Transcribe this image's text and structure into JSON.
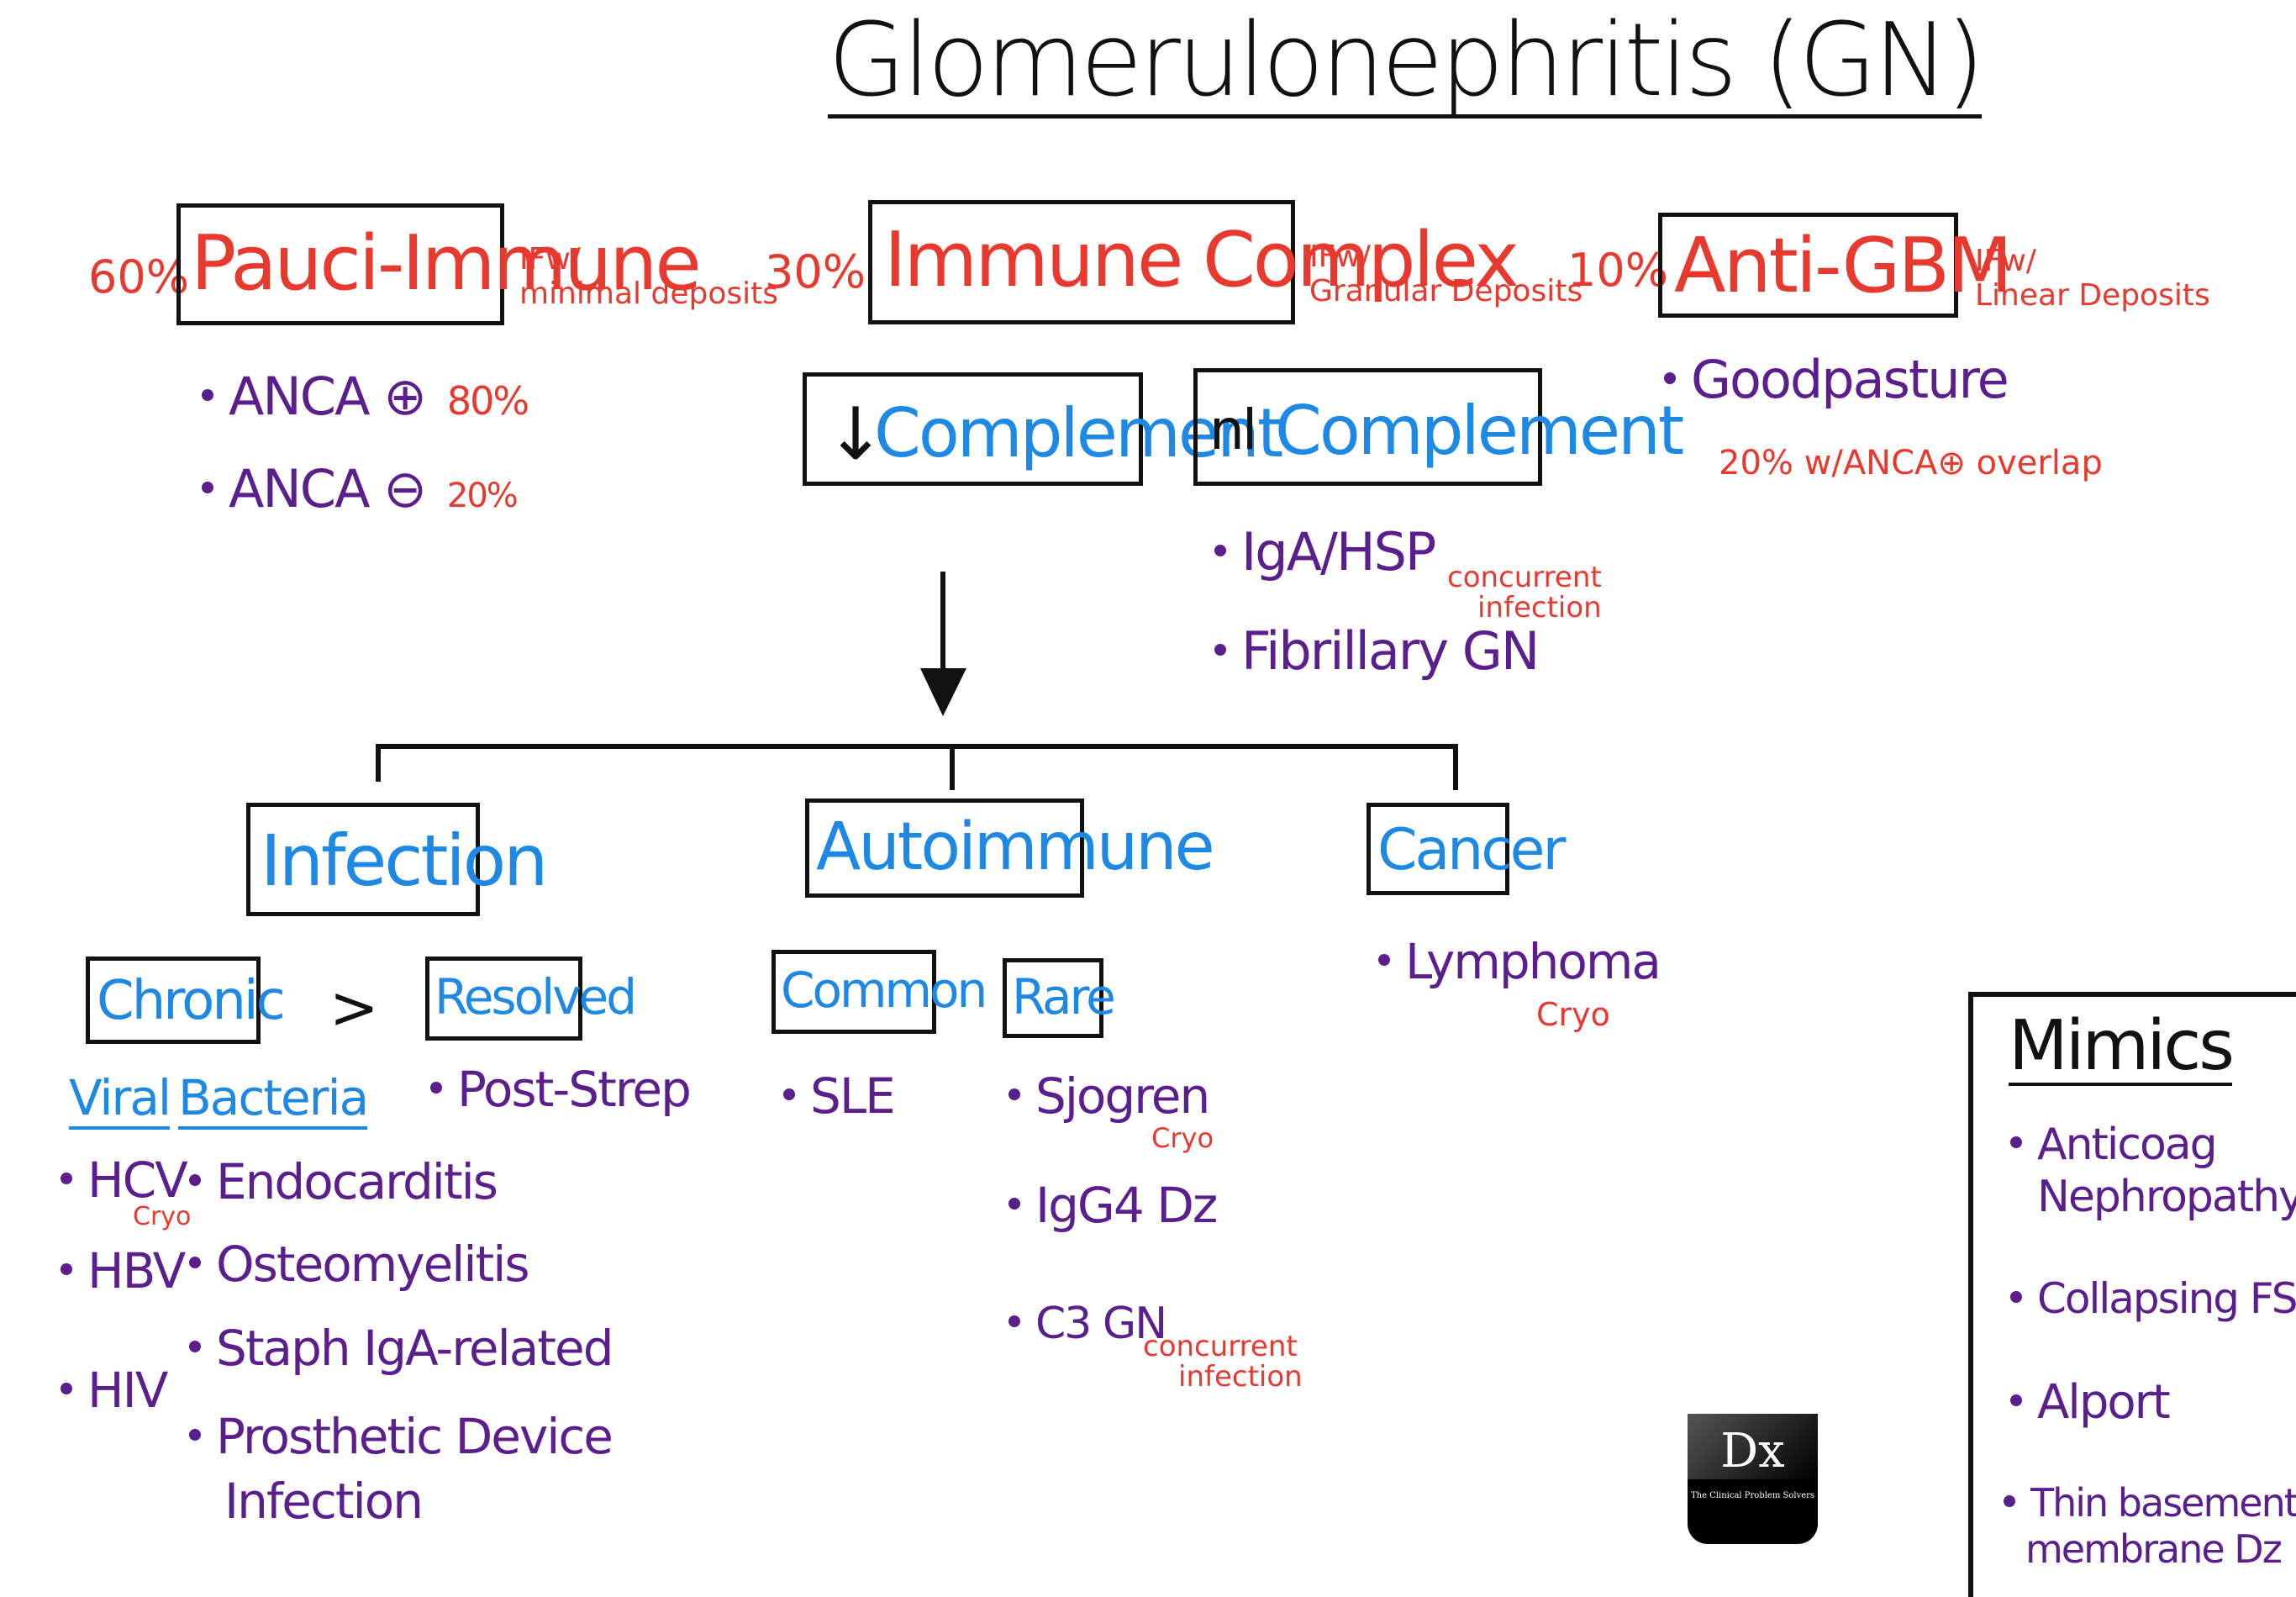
{
  "title": "Glomerulonephritis (GN)",
  "branches": {
    "pauci": {
      "percent": "60%",
      "name": "Pauci-Immune",
      "if_line1": "IFw/",
      "if_line2": "minimal deposits",
      "items": [
        {
          "label": "ANCA ⊕",
          "note": "80%"
        },
        {
          "label": "ANCA ⊖",
          "note": "20%"
        }
      ]
    },
    "immune": {
      "percent": "30%",
      "name": "Immune Complex",
      "if_line1": "IFw/",
      "if_line2": "Granular Deposits",
      "low": {
        "arrow": "↓",
        "label": "Complement"
      },
      "normal": {
        "prefix": "nl",
        "label": "Complement",
        "items": [
          {
            "label": "IgA/HSP",
            "note1": "concurrent",
            "note2": "infection"
          },
          {
            "label": "Fibrillary GN"
          }
        ]
      }
    },
    "antigbm": {
      "percent": "10%",
      "name": "Anti-GBM",
      "if_line1": "IFw/",
      "if_line2": "Linear Deposits",
      "items": [
        {
          "label": "Goodpasture"
        }
      ],
      "overlap": "20% w/ANCA⊕ overlap"
    }
  },
  "low_complement_causes": {
    "infection": {
      "label": "Infection",
      "chronic": "Chronic",
      "gt": ">",
      "resolved": "Resolved",
      "viral_header": "Viral",
      "bacteria_header": "Bacteria",
      "viral": [
        {
          "label": "HCV",
          "note": "Cryo"
        },
        {
          "label": "HBV"
        },
        {
          "label": "HIV"
        }
      ],
      "bacteria": [
        {
          "label": "Endocarditis"
        },
        {
          "label": "Osteomyelitis"
        },
        {
          "label": "Staph IgA-related"
        },
        {
          "label": "Prosthetic Device",
          "label2": "Infection"
        }
      ],
      "resolved_items": [
        {
          "label": "Post-Strep"
        }
      ]
    },
    "autoimmune": {
      "label": "Autoimmune",
      "common": "Common",
      "rare": "Rare",
      "common_items": [
        {
          "label": "SLE"
        }
      ],
      "rare_items": [
        {
          "label": "Sjogren",
          "note": "Cryo"
        },
        {
          "label": "IgG4 Dz"
        },
        {
          "label": "C3 GN",
          "note1": "concurrent",
          "note2": "infection"
        }
      ]
    },
    "cancer": {
      "label": "Cancer",
      "items": [
        {
          "label": "Lymphoma",
          "note": "Cryo"
        }
      ]
    }
  },
  "mimics": {
    "title": "Mimics",
    "items": [
      {
        "line1": "Anticoag",
        "line2": "Nephropathy"
      },
      {
        "line1": "Collapsing FSGS"
      },
      {
        "line1": "Alport"
      },
      {
        "line1": "Thin basement",
        "line2": "membrane Dz"
      }
    ]
  },
  "logo": {
    "mark": "Dx",
    "tagline": "The Clinical Problem Solvers"
  },
  "colors": {
    "red": "#e8392f",
    "purple": "#5a1f8c",
    "blue": "#1e88e5",
    "black": "#111111"
  }
}
